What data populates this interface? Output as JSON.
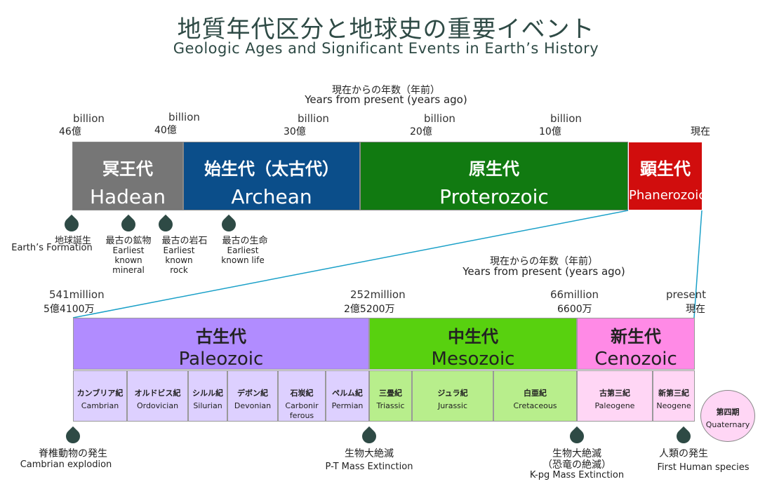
{
  "title_jp": "地質年代区分と地球史の重要イベント",
  "title_en": "Geologic Ages and Significant Events in Earth’s History",
  "top_axis": {
    "label_jp": "現在からの年数（年前）",
    "label_en": "Years from present (years ago)"
  },
  "top_ticks": [
    {
      "en": "billion",
      "jp": "46億"
    },
    {
      "en": "billion",
      "jp": "40億"
    },
    {
      "en": "billion",
      "jp": "30億"
    },
    {
      "en": "billion",
      "jp": "20億"
    },
    {
      "en": "billion",
      "jp": "10億"
    },
    {
      "en": "",
      "jp": "現在"
    }
  ],
  "eons": [
    {
      "jp": "冥王代",
      "en": "Hadean",
      "color": "#767676"
    },
    {
      "jp": "始生代（太古代）",
      "en": "Archean",
      "color": "#0b4e8a"
    },
    {
      "jp": "原生代",
      "en": "Proterozoic",
      "color": "#117a11"
    },
    {
      "jp": "顕生代",
      "en": "Phanerozoic",
      "color": "#d10d0d"
    }
  ],
  "top_events": [
    {
      "jp": "地球誕生",
      "en": "Earth’s Formation"
    },
    {
      "jp": "最古の鉱物",
      "en": "Earliest known mineral"
    },
    {
      "jp": "最古の岩石",
      "en": "Earliest known rock"
    },
    {
      "jp": "最古の生命",
      "en": "Earliest known life"
    }
  ],
  "bottom_axis": {
    "label_jp": "現在からの年数（年前）",
    "label_en": "Years from present (years ago)"
  },
  "bottom_ticks": [
    {
      "en": "541million",
      "jp": "5億4100万"
    },
    {
      "en": "252million",
      "jp": "2億5200万"
    },
    {
      "en": "66million",
      "jp": "6600万"
    },
    {
      "en": "present",
      "jp": "現在"
    }
  ],
  "eras": [
    {
      "jp": "古生代",
      "en": "Paleozoic",
      "color": "#b18cff"
    },
    {
      "jp": "中生代",
      "en": "Mesozoic",
      "color": "#58d10f"
    },
    {
      "jp": "新生代",
      "en": "Cenozoic",
      "color": "#ff8ae6"
    }
  ],
  "periods": [
    {
      "jp": "カンブリア紀",
      "en": "Cambrian"
    },
    {
      "jp": "オルドビス紀",
      "en": "Ordovician"
    },
    {
      "jp": "シルル紀",
      "en": "Silurian"
    },
    {
      "jp": "デボン紀",
      "en": "Devonian"
    },
    {
      "jp": "石炭紀",
      "en": "Carbonir ferous"
    },
    {
      "jp": "ペルム紀",
      "en": "Permian"
    },
    {
      "jp": "三畳紀",
      "en": "Triassic"
    },
    {
      "jp": "ジュラ紀",
      "en": "Jurassic"
    },
    {
      "jp": "白亜紀",
      "en": "Cretaceous"
    },
    {
      "jp": "古第三紀",
      "en": "Paleogene"
    },
    {
      "jp": "新第三紀",
      "en": "Neogene"
    }
  ],
  "quaternary": {
    "jp": "第四期",
    "en": "Quaternary"
  },
  "bottom_events": [
    {
      "jp": "脊椎動物の発生",
      "en": "Cambrian explodion"
    },
    {
      "jp": "生物大絶滅",
      "en": "P-T Mass Extinction"
    },
    {
      "jp": "生物大絶滅",
      "jp2": "（恐竜の絶滅）",
      "en": "K-pg Mass Extinction"
    },
    {
      "jp": "人類の発生",
      "en": "First Human species"
    }
  ],
  "colors": {
    "title": "#2e4a45",
    "connector": "#1aa0c8",
    "drop": "#2e4a45",
    "paleozoic_period": "#ddd0ff",
    "mesozoic_period": "#b8ee8c",
    "cenozoic_period": "#ffd6f5"
  }
}
